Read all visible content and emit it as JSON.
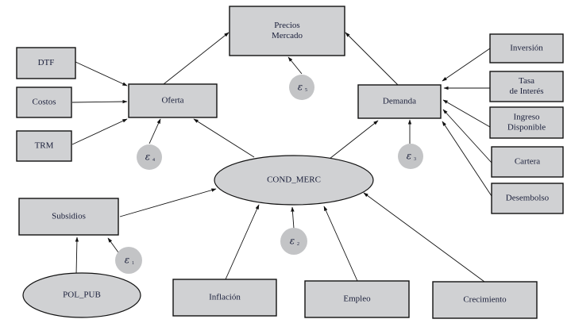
{
  "diagram": {
    "type": "structural-equation-path-diagram",
    "nodes": [
      {
        "id": "precios",
        "shape": "rect",
        "lines": [
          "Precios",
          "Mercado"
        ]
      },
      {
        "id": "dtf",
        "shape": "rect",
        "lines": [
          "DTF"
        ]
      },
      {
        "id": "costos",
        "shape": "rect",
        "lines": [
          "Costos"
        ]
      },
      {
        "id": "trm",
        "shape": "rect",
        "lines": [
          "TRM"
        ]
      },
      {
        "id": "oferta",
        "shape": "rect",
        "lines": [
          "Oferta"
        ]
      },
      {
        "id": "demanda",
        "shape": "rect",
        "lines": [
          "Demanda"
        ]
      },
      {
        "id": "inversion",
        "shape": "rect",
        "lines": [
          "Inversión"
        ]
      },
      {
        "id": "tasa",
        "shape": "rect",
        "lines": [
          "Tasa",
          "de Interés"
        ]
      },
      {
        "id": "ingreso",
        "shape": "rect",
        "lines": [
          "Ingreso",
          "Disponible"
        ]
      },
      {
        "id": "cartera",
        "shape": "rect",
        "lines": [
          "Cartera"
        ]
      },
      {
        "id": "desembolso",
        "shape": "rect",
        "lines": [
          "Desembolso"
        ]
      },
      {
        "id": "cond_merc",
        "shape": "ellipse",
        "lines": [
          "COND_MERC"
        ]
      },
      {
        "id": "subsidios",
        "shape": "rect",
        "lines": [
          "Subsidios"
        ]
      },
      {
        "id": "pol_pub",
        "shape": "ellipse",
        "lines": [
          "POL_PUB"
        ]
      },
      {
        "id": "inflacion",
        "shape": "rect",
        "lines": [
          "Inflación"
        ]
      },
      {
        "id": "empleo",
        "shape": "rect",
        "lines": [
          "Empleo"
        ]
      },
      {
        "id": "crecimiento",
        "shape": "rect",
        "lines": [
          "Crecimiento"
        ]
      }
    ],
    "errors": [
      {
        "id": "e1",
        "symbol": "ε",
        "sub": "1",
        "target": "subsidios"
      },
      {
        "id": "e2",
        "symbol": "ε",
        "sub": "2",
        "target": "cond_merc"
      },
      {
        "id": "e3",
        "symbol": "ε",
        "sub": "3",
        "target": "demanda"
      },
      {
        "id": "e4",
        "symbol": "ε",
        "sub": "4",
        "target": "oferta"
      },
      {
        "id": "e5",
        "symbol": "ε",
        "sub": "5",
        "target": "precios"
      }
    ],
    "edges": [
      {
        "from": "dtf",
        "to": "oferta"
      },
      {
        "from": "costos",
        "to": "oferta"
      },
      {
        "from": "trm",
        "to": "oferta"
      },
      {
        "from": "oferta",
        "to": "precios"
      },
      {
        "from": "demanda",
        "to": "precios"
      },
      {
        "from": "cond_merc",
        "to": "oferta"
      },
      {
        "from": "cond_merc",
        "to": "demanda"
      },
      {
        "from": "inversion",
        "to": "demanda"
      },
      {
        "from": "tasa",
        "to": "demanda"
      },
      {
        "from": "ingreso",
        "to": "demanda"
      },
      {
        "from": "cartera",
        "to": "demanda"
      },
      {
        "from": "desembolso",
        "to": "demanda"
      },
      {
        "from": "subsidios",
        "to": "cond_merc"
      },
      {
        "from": "pol_pub",
        "to": "subsidios"
      },
      {
        "from": "inflacion",
        "to": "cond_merc"
      },
      {
        "from": "empleo",
        "to": "cond_merc"
      },
      {
        "from": "crecimiento",
        "to": "cond_merc"
      },
      {
        "from": "e1",
        "to": "subsidios"
      },
      {
        "from": "e2",
        "to": "cond_merc"
      },
      {
        "from": "e3",
        "to": "demanda"
      },
      {
        "from": "e4",
        "to": "oferta"
      },
      {
        "from": "e5",
        "to": "precios"
      }
    ]
  }
}
